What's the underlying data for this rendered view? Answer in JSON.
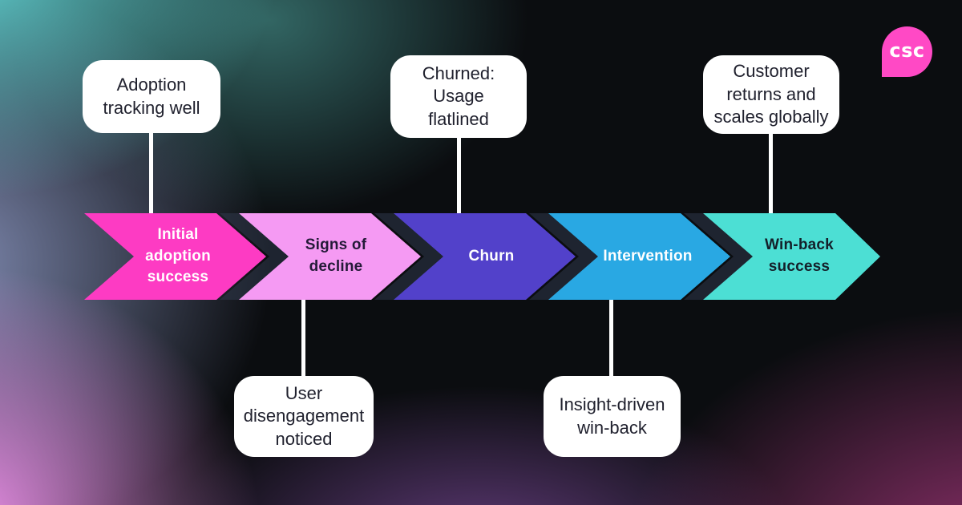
{
  "logo": {
    "text": "csc",
    "bg_color": "#ff49c5",
    "text_color": "#ffffff"
  },
  "timeline": {
    "connector_color": "#ffffff",
    "shadow_color": "rgba(50,60,80,0.5)",
    "callout_bg": "#ffffff",
    "callout_text_color": "#20212e",
    "stages": [
      {
        "label": "Initial adoption success",
        "lines": [
          "Initial",
          "adoption",
          "success"
        ],
        "color": "#fd3bc3",
        "text_color": "#ffffff",
        "callout": {
          "position": "top",
          "text": "Adoption tracking well",
          "lines": [
            "Adoption",
            "tracking well"
          ]
        }
      },
      {
        "label": "Signs of decline",
        "lines": [
          "Signs of",
          "decline"
        ],
        "color": "#f59af3",
        "text_color": "#241a38",
        "callout": {
          "position": "bottom",
          "text": "User disengagement noticed",
          "lines": [
            "User",
            "disengagement",
            "noticed"
          ]
        }
      },
      {
        "label": "Churn",
        "lines": [
          "Churn"
        ],
        "color": "#5241ca",
        "text_color": "#ffffff",
        "callout": {
          "position": "top",
          "text": "Churned: Usage flatlined",
          "lines": [
            "Churned:",
            "Usage",
            "flatlined"
          ]
        }
      },
      {
        "label": "Intervention",
        "lines": [
          "Intervention"
        ],
        "color": "#29a8e3",
        "text_color": "#ffffff",
        "callout": {
          "position": "bottom",
          "text": "Insight-driven win-back",
          "lines": [
            "Insight-driven",
            "win-back"
          ]
        }
      },
      {
        "label": "Win-back success",
        "lines": [
          "Win-back",
          "success"
        ],
        "color": "#4cdfd4",
        "text_color": "#14202a",
        "callout": {
          "position": "top",
          "text": "Customer returns and scales globally",
          "lines": [
            "Customer",
            "returns and",
            "scales globally"
          ]
        }
      }
    ]
  }
}
